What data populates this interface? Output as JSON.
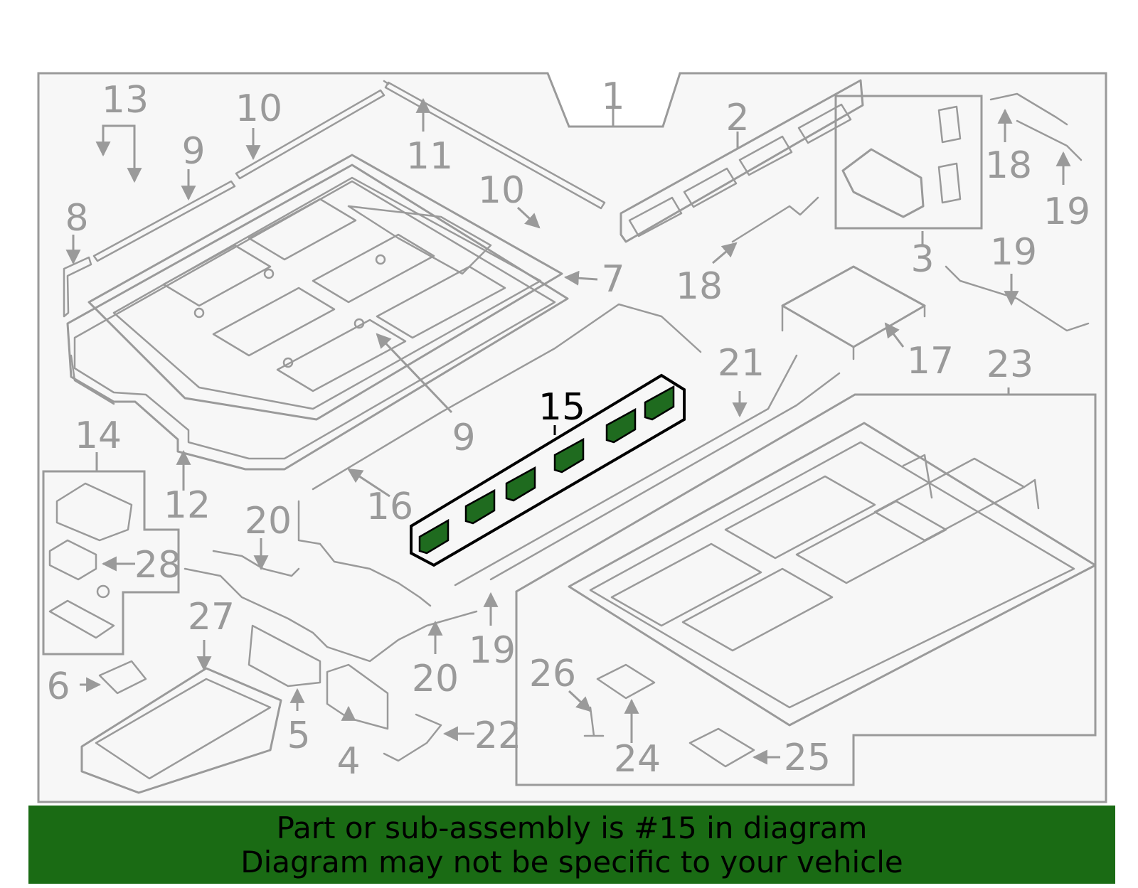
{
  "diagram": {
    "highlight_part": "15",
    "colors": {
      "line": "#9a9a9a",
      "panel_bg": "#f7f7f7",
      "highlight_fill": "#1f6b1f",
      "highlight_outline": "#000000",
      "banner_bg": "#1a6b14"
    },
    "callouts": {
      "c1": "1",
      "c2": "2",
      "c3": "3",
      "c4": "4",
      "c5": "5",
      "c6": "6",
      "c7": "7",
      "c8": "8",
      "c9a": "9",
      "c9b": "9",
      "c10a": "10",
      "c10b": "10",
      "c11": "11",
      "c12": "12",
      "c13": "13",
      "c14": "14",
      "c15": "15",
      "c16": "16",
      "c17": "17",
      "c18a": "18",
      "c18b": "18",
      "c19a": "19",
      "c19b": "19",
      "c19c": "19",
      "c20a": "20",
      "c20b": "20",
      "c21": "21",
      "c22": "22",
      "c23": "23",
      "c24": "24",
      "c25": "25",
      "c26": "26",
      "c27": "27",
      "c28": "28"
    }
  },
  "banner": {
    "line1": "Part or sub-assembly is #15 in diagram",
    "line2": "Diagram may not be specific to your vehicle"
  }
}
